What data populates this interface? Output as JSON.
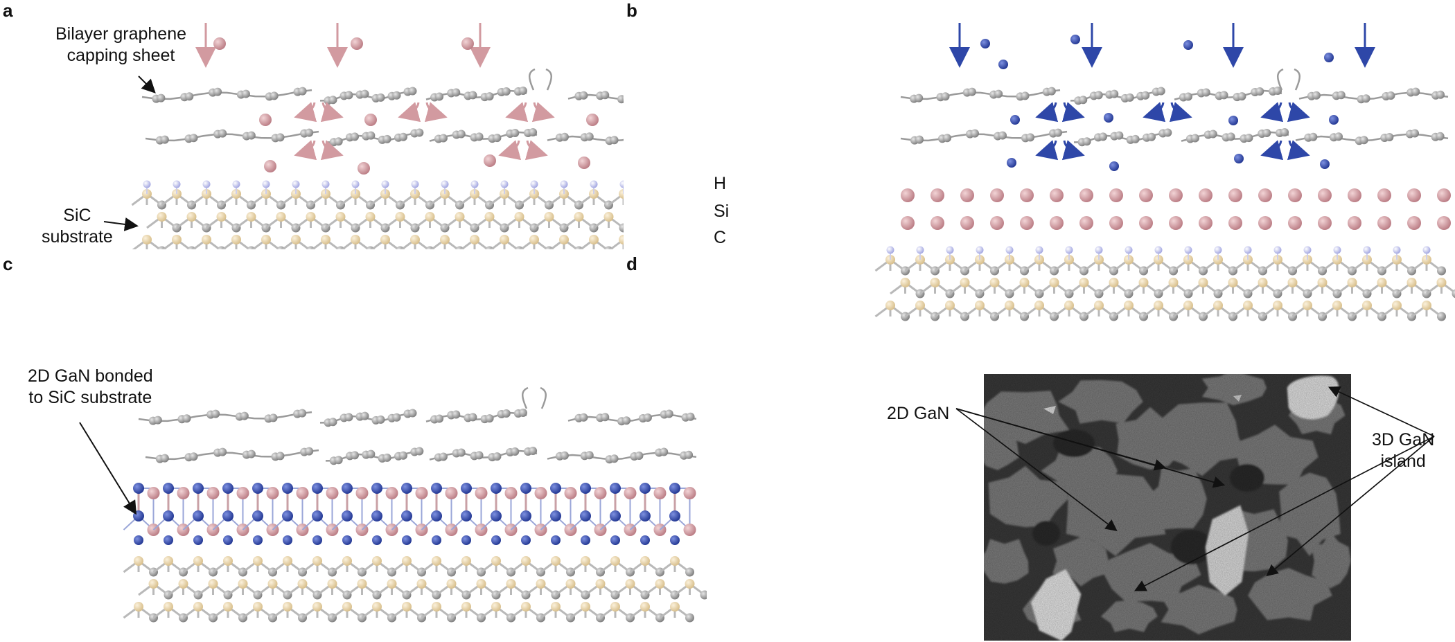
{
  "panels": {
    "a": {
      "label": "a",
      "capping": "Bilayer graphene\ncapping sheet",
      "substrate": "SiC\nsubstrate",
      "h": "H",
      "si": "Si",
      "c": "C"
    },
    "b": {
      "label": "b"
    },
    "c": {
      "label": "c",
      "bonded": "2D GaN bonded\nto SiC substrate"
    },
    "d": {
      "label": "d",
      "gan2d": "2D GaN",
      "gan3d": "3D GaN\nisland"
    }
  },
  "colors": {
    "gallium": "#c88f95",
    "nitrogen": "#2e47a8",
    "hydrogen": "#b7b9ea",
    "silicon": "#ead7ad",
    "carbon": "#8e8e8e",
    "graphene": "#9a9a9a",
    "arrow_pink": "#d29aa0",
    "arrow_blue": "#2e47a8"
  },
  "icons": [
    "down-arrow-icon",
    "curved-arrow-icon",
    "atom-sphere-icon",
    "pointer-arrow-icon"
  ]
}
